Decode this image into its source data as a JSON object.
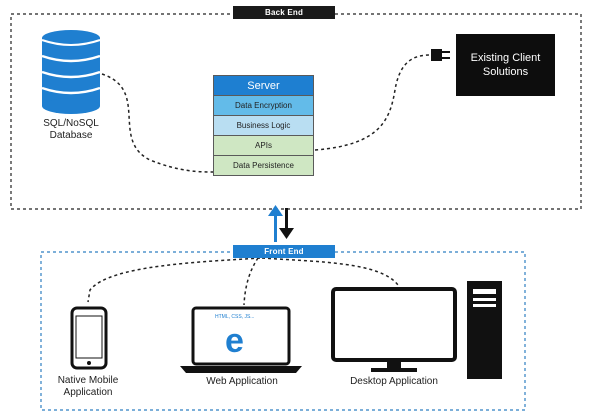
{
  "back_end": {
    "label": "Back End"
  },
  "front_end": {
    "label": "Front End"
  },
  "database": {
    "line1": "SQL/NoSQL",
    "line2": "Database"
  },
  "server": {
    "title": "Server",
    "layers": [
      "Data Encryption",
      "Business Logic",
      "APIs",
      "Data Persistence"
    ]
  },
  "client": {
    "line1": "Existing Client",
    "line2": "Solutions"
  },
  "laptop_screen_text": "HTML, CSS, JS...",
  "apps": {
    "mobile": {
      "line1": "Native Mobile",
      "line2": "Application"
    },
    "web": {
      "label": "Web Application"
    },
    "desktop": {
      "label": "Desktop Application"
    }
  },
  "colors": {
    "accent_blue": "#1f7fd0",
    "back_end_border": "#222222",
    "front_end_border": "#2e7fc2",
    "layer_encryption": "#63bbe9",
    "layer_logic": "#b9def2",
    "layer_api": "#cfe7c3"
  },
  "icons": [
    "database-icon",
    "plug-icon",
    "mobile-phone-icon",
    "laptop-icon",
    "monitor-icon",
    "pc-tower-icon",
    "up-arrow-icon",
    "down-arrow-icon"
  ]
}
